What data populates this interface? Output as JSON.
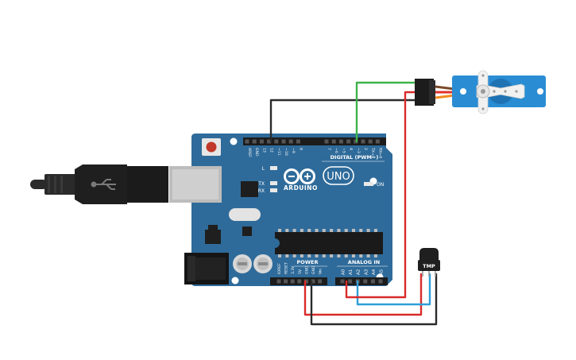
{
  "board": {
    "model_label": "UNO",
    "brand_label": "ARDUINO",
    "digital_label": "DIGITAL (PWM~)",
    "power_label": "POWER",
    "analog_label": "ANALOG IN",
    "led_l": "L",
    "led_tx": "TX",
    "led_rx": "RX",
    "on_label": "ON",
    "top_pins": [
      "AREF",
      "GND",
      "13",
      "12",
      "~11",
      "~10",
      "~9",
      "8",
      "7",
      "~6",
      "~5",
      "4",
      "~3",
      "2",
      "TX→1",
      "RX←0"
    ],
    "power_pins": [
      "IOREF",
      "RESET",
      "3.3V",
      "5V",
      "GND",
      "GND",
      "Vin"
    ],
    "analog_pins": [
      "A0",
      "A1",
      "A2",
      "A3",
      "A4",
      "A5"
    ]
  },
  "sensor": {
    "label": "TMP"
  },
  "colors": {
    "board": "#2f6b9a",
    "wire_black": "#2b2b2b",
    "wire_red": "#d92b2b",
    "wire_green": "#3fb34a",
    "wire_blue": "#2e9fd8",
    "servo": "#2a8dd4"
  }
}
